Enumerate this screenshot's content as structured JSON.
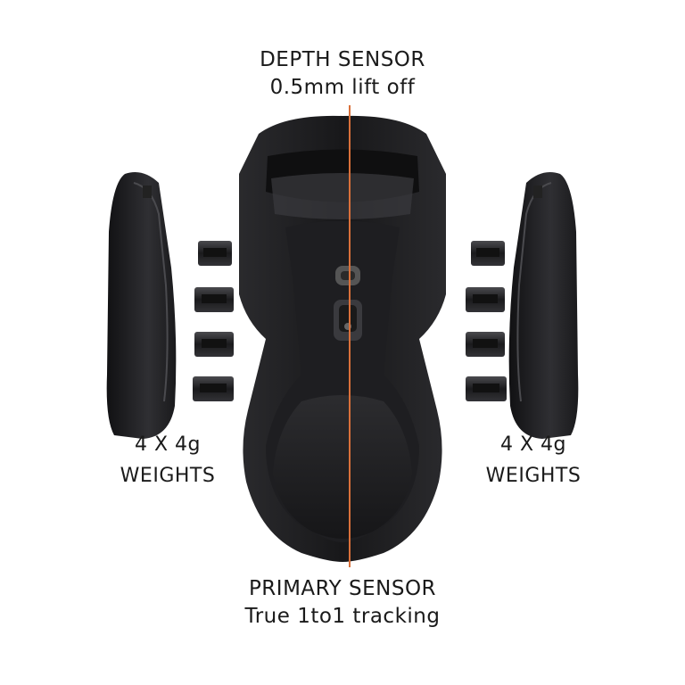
{
  "labels": {
    "depth_sensor": {
      "title": "DEPTH SENSOR",
      "subtitle": "0.5mm lift off"
    },
    "primary_sensor": {
      "title": "PRIMARY SENSOR",
      "subtitle": "True 1to1 tracking"
    },
    "weights_left": {
      "line1": "4 X 4g",
      "line2": "WEIGHTS"
    },
    "weights_right": {
      "line1": "4 X 4g",
      "line2": "WEIGHTS"
    }
  },
  "colors": {
    "background": "#ffffff",
    "mouse_body": "#1c1c1e",
    "mouse_highlight": "#3a3a3e",
    "sensor_line": "#d9703a",
    "text": "#1a1a1a"
  }
}
